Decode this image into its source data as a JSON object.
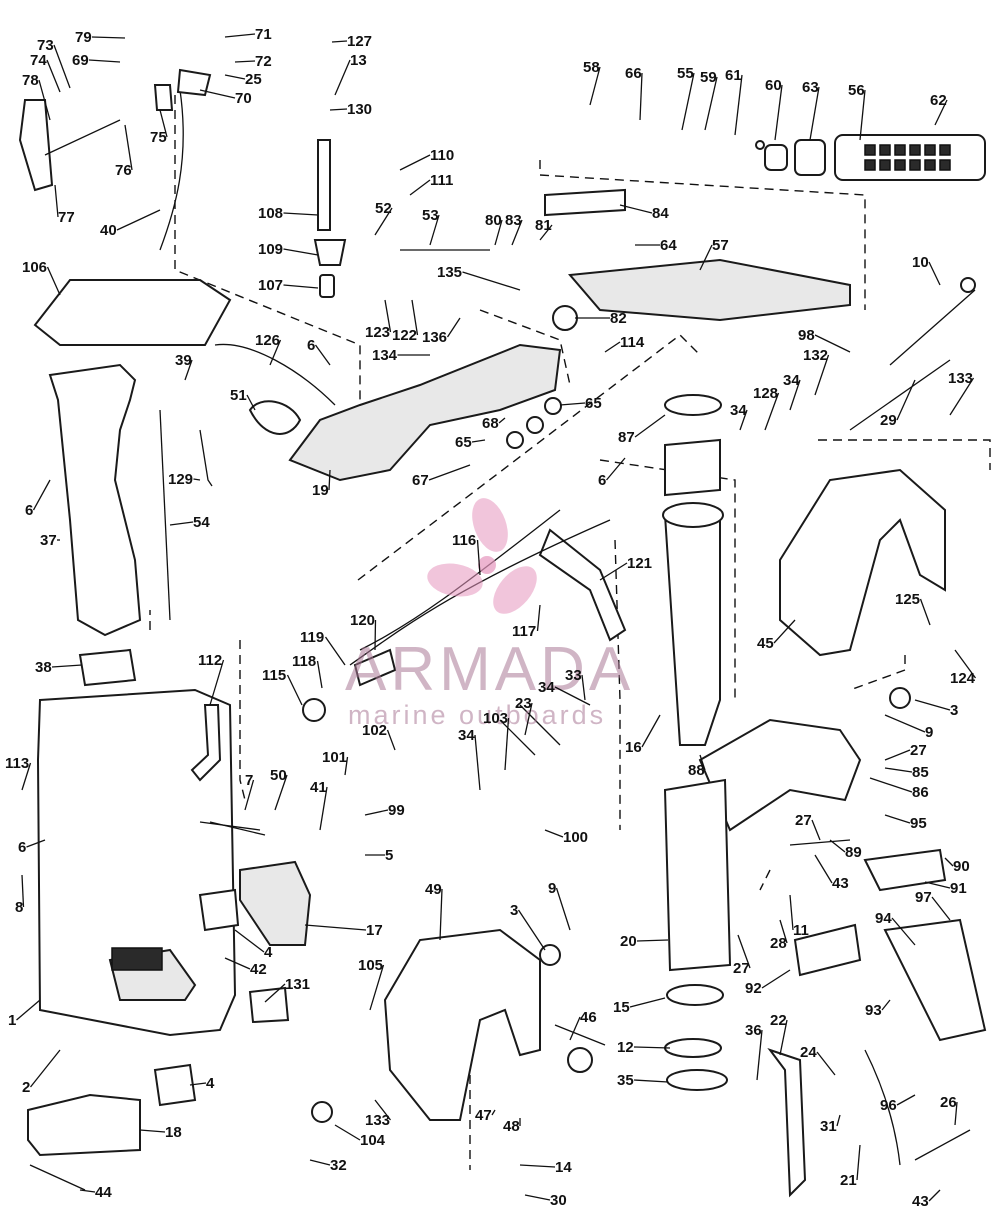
{
  "watermark": {
    "brand": "ARMADA",
    "tagline": "marine outboards",
    "accent_color": "#e596be",
    "text_color": "#a87896"
  },
  "callouts": [
    "1",
    "2",
    "3",
    "4",
    "5",
    "6",
    "7",
    "8",
    "9",
    "10",
    "11",
    "12",
    "13",
    "14",
    "15",
    "16",
    "17",
    "18",
    "19",
    "20",
    "21",
    "22",
    "23",
    "24",
    "25",
    "26",
    "27",
    "28",
    "29",
    "30",
    "31",
    "32",
    "33",
    "34",
    "35",
    "36",
    "37",
    "38",
    "39",
    "40",
    "41",
    "42",
    "43",
    "44",
    "45",
    "46",
    "47",
    "48",
    "49",
    "50",
    "51",
    "52",
    "53",
    "54",
    "55",
    "56",
    "57",
    "58",
    "59",
    "60",
    "61",
    "62",
    "63",
    "64",
    "65",
    "66",
    "67",
    "68",
    "69",
    "70",
    "71",
    "72",
    "73",
    "74",
    "75",
    "76",
    "77",
    "78",
    "79",
    "80",
    "81",
    "82",
    "83",
    "84",
    "85",
    "86",
    "87",
    "88",
    "89",
    "90",
    "91",
    "92",
    "93",
    "94",
    "95",
    "96",
    "97",
    "98",
    "99",
    "100",
    "101",
    "102",
    "103",
    "104",
    "105",
    "106",
    "107",
    "108",
    "109",
    "110",
    "111",
    "112",
    "113",
    "114",
    "115",
    "116",
    "117",
    "118",
    "119",
    "120",
    "121",
    "122",
    "123",
    "124",
    "125",
    "126",
    "127",
    "128",
    "129",
    "130",
    "131",
    "132",
    "133",
    "134",
    "135",
    "136"
  ]
}
